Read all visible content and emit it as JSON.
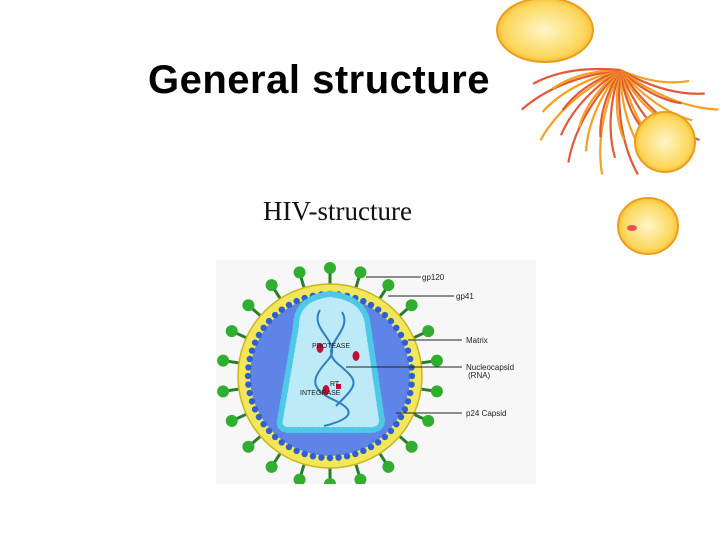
{
  "slide": {
    "title": "General structure"
  },
  "diagram": {
    "title": "HIV-structure",
    "labels": {
      "gp120": "gp120",
      "gp41": "gp41",
      "matrix": "Matrix",
      "nucleocapsid": "Nucleocapsid",
      "rna": "(RNA)",
      "capsid": "p24 Capsid",
      "protease": "PROTEASE",
      "rt": "RT",
      "integrase": "INTEGRASE"
    },
    "colors": {
      "spike": "#2fae2f",
      "envelope": "#f2e65a",
      "matrix_beads": "#2f5fd0",
      "matrix_fill": "#5d84e6",
      "capsid_beads": "#4fc8e8",
      "capsid_fill": "#bdeaf7",
      "enzyme": "#c0103a",
      "rna": "#2d7fc0",
      "flower_orange": "#f4a020",
      "flower_yellow": "#fbd75a"
    }
  }
}
